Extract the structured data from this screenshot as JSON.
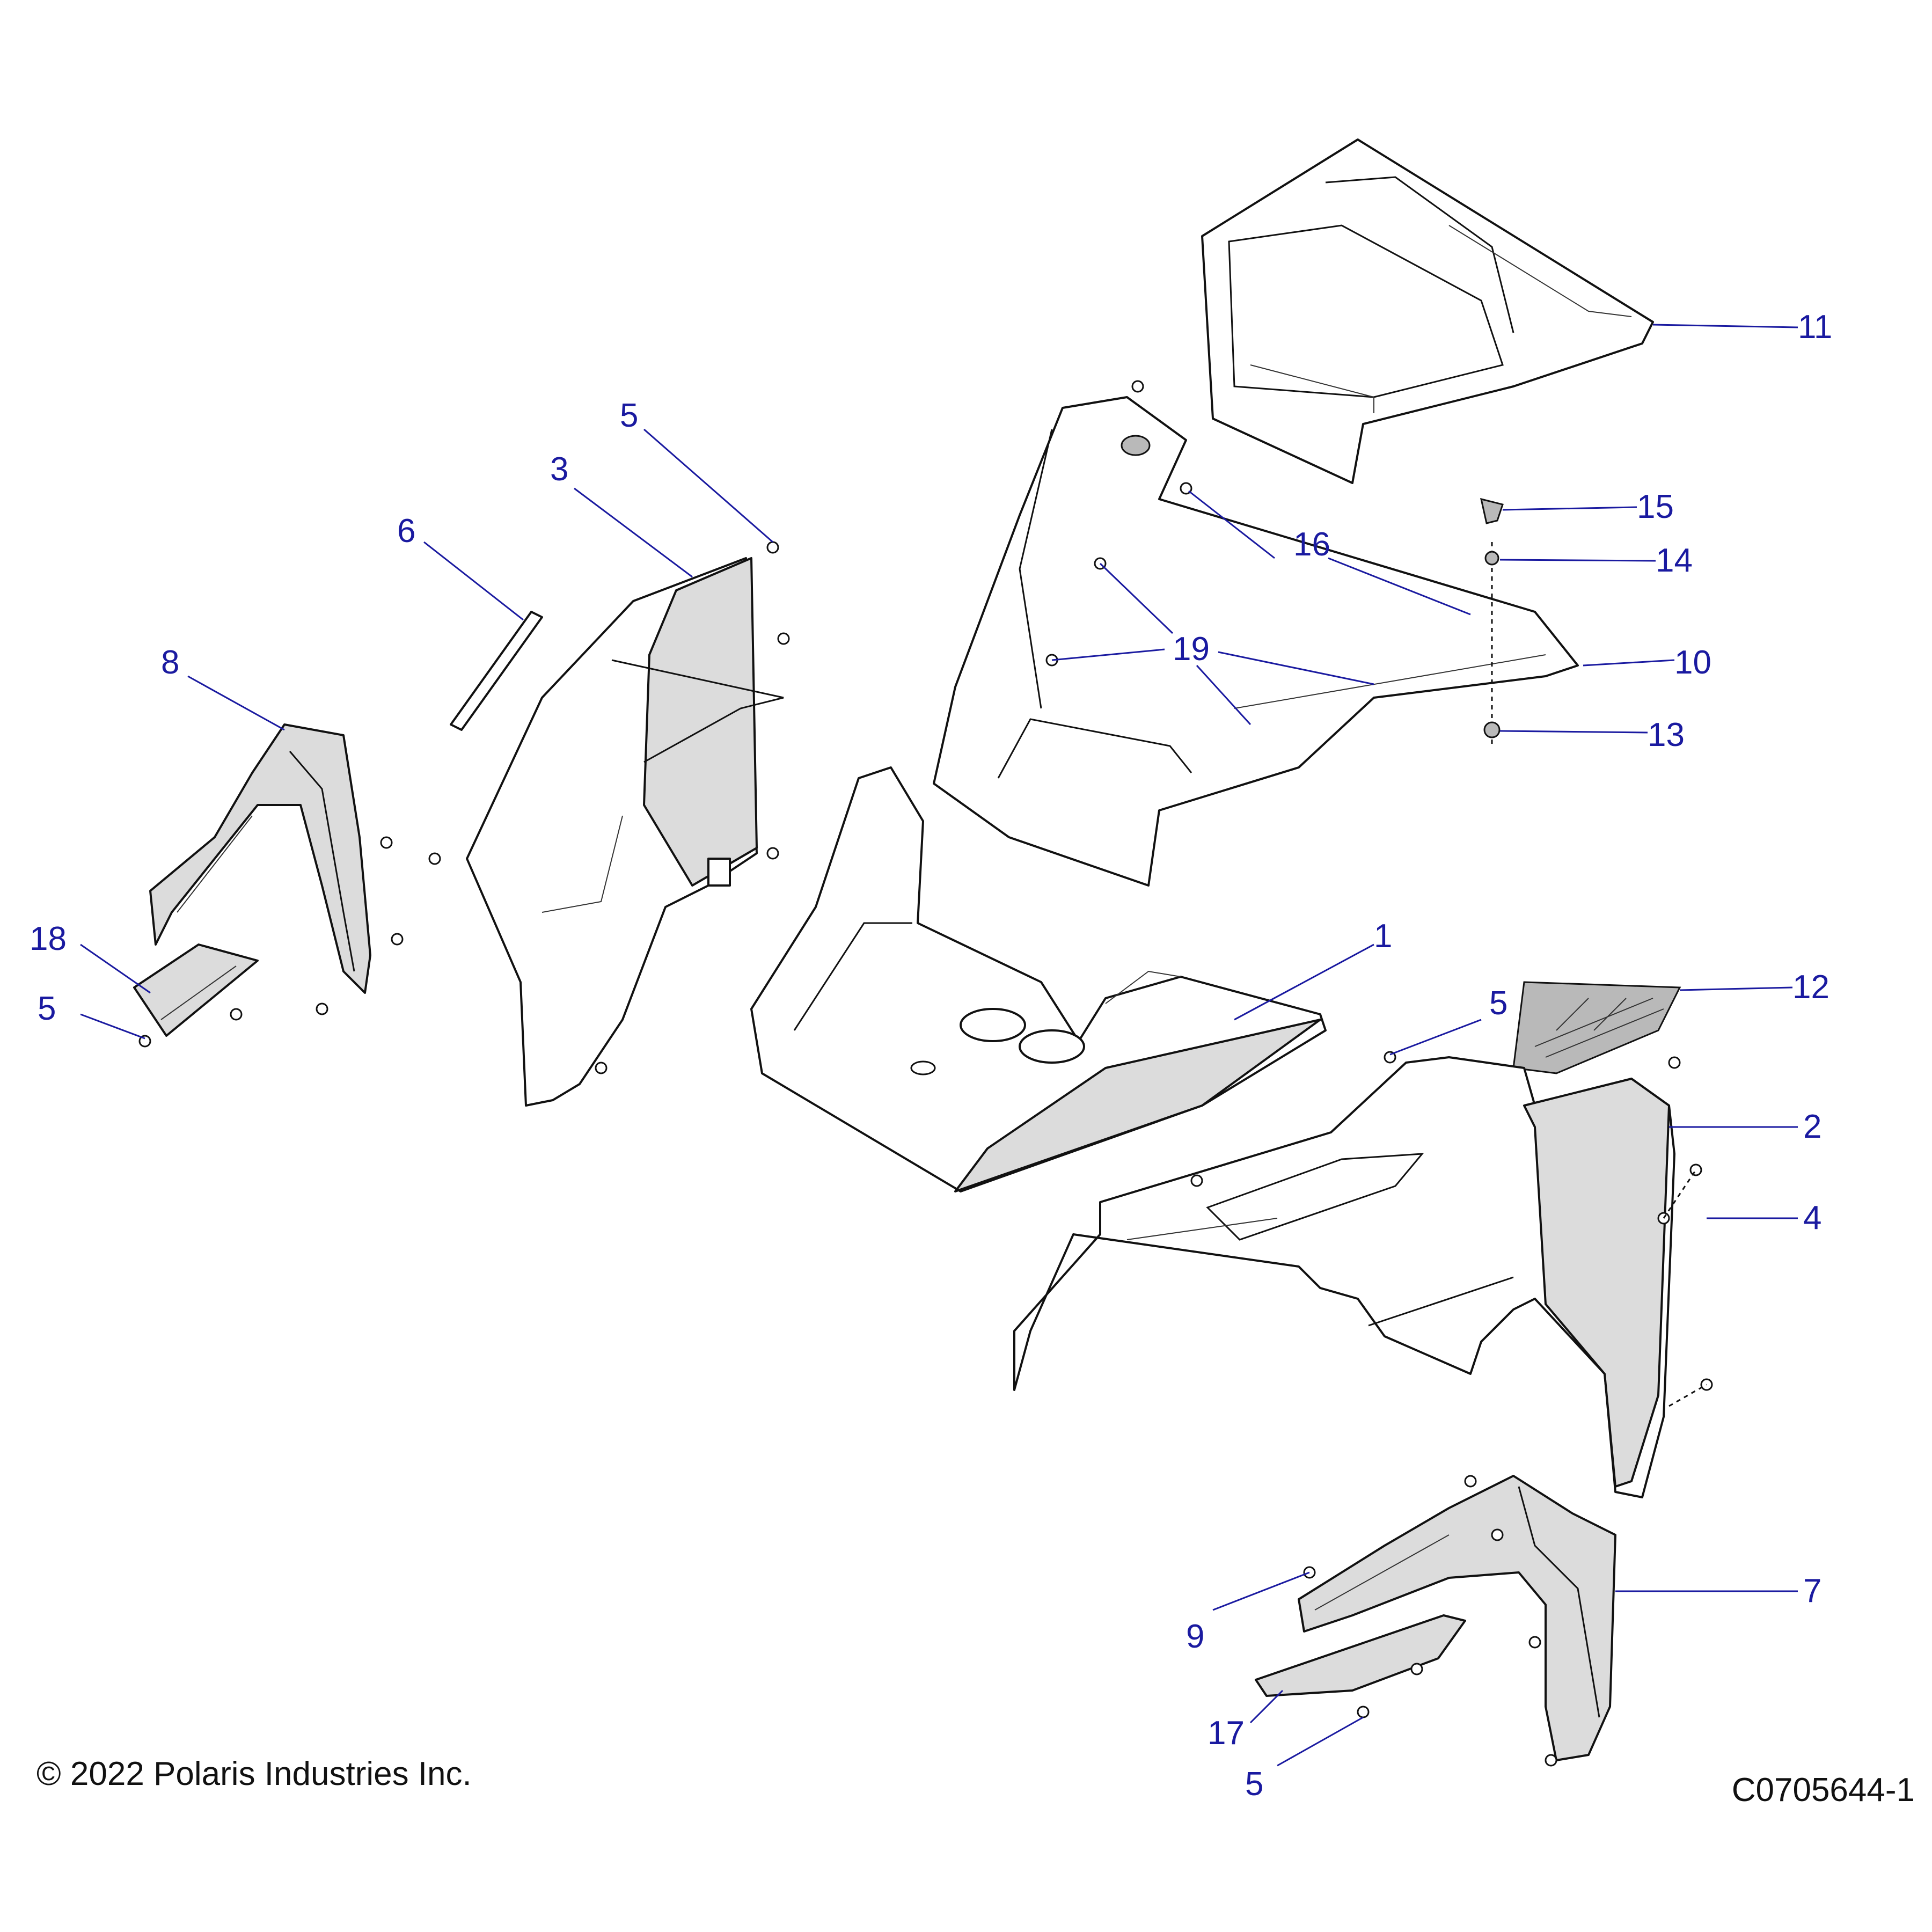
{
  "callouts": [
    {
      "id": "c1",
      "label": "1"
    },
    {
      "id": "c2",
      "label": "2"
    },
    {
      "id": "c3",
      "label": "3"
    },
    {
      "id": "c4",
      "label": "4"
    },
    {
      "id": "c5a",
      "label": "5"
    },
    {
      "id": "c5b",
      "label": "5"
    },
    {
      "id": "c5c",
      "label": "5"
    },
    {
      "id": "c5d",
      "label": "5"
    },
    {
      "id": "c6",
      "label": "6"
    },
    {
      "id": "c7",
      "label": "7"
    },
    {
      "id": "c8",
      "label": "8"
    },
    {
      "id": "c9",
      "label": "9"
    },
    {
      "id": "c10",
      "label": "10"
    },
    {
      "id": "c11",
      "label": "11"
    },
    {
      "id": "c12",
      "label": "12"
    },
    {
      "id": "c13",
      "label": "13"
    },
    {
      "id": "c14",
      "label": "14"
    },
    {
      "id": "c15",
      "label": "15"
    },
    {
      "id": "c16",
      "label": "16"
    },
    {
      "id": "c17",
      "label": "17"
    },
    {
      "id": "c18",
      "label": "18"
    },
    {
      "id": "c19",
      "label": "19"
    }
  ],
  "footer": {
    "copyright": "© 2022 Polaris Industries Inc.",
    "drawing_number": "C0705644-1"
  }
}
